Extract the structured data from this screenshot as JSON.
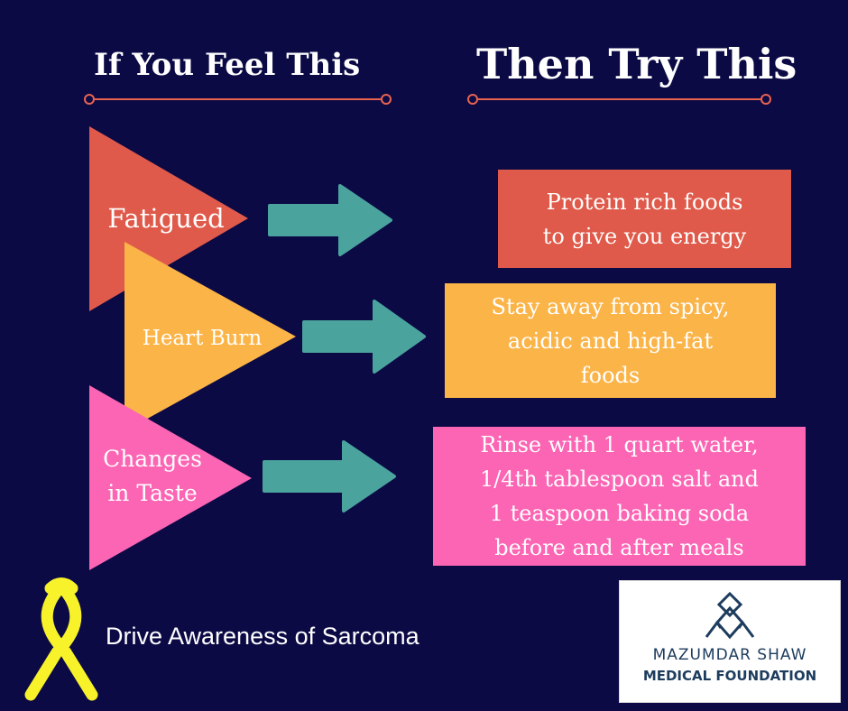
{
  "headers": {
    "left": "If You Feel This",
    "right": "Then Try This"
  },
  "rows": [
    {
      "symptom": "Fatigued",
      "remedy": [
        "Protein rich foods",
        "to give you energy"
      ]
    },
    {
      "symptom": "Heart Burn",
      "remedy": [
        "Stay away from spicy,",
        "acidic and high-fat",
        "foods"
      ]
    },
    {
      "symptom_lines": [
        "Changes",
        "in Taste"
      ],
      "remedy": [
        "Rinse with 1 quart water,",
        "1/4th tablespoon salt and",
        "1 teaspoon baking soda",
        "before and after meals"
      ]
    }
  ],
  "footer": {
    "text": "Drive Awareness of Sarcoma"
  },
  "logo": {
    "line1": "MAZUMDAR SHAW",
    "line2": "MEDICAL FOUNDATION"
  },
  "colors": {
    "background": "#0b0a45",
    "red": "#df5a4a",
    "orange": "#fbb448",
    "pink": "#fb65b4",
    "teal": "#4ba39e",
    "divider": "#e8634f",
    "ribbon": "#f8f22a"
  }
}
